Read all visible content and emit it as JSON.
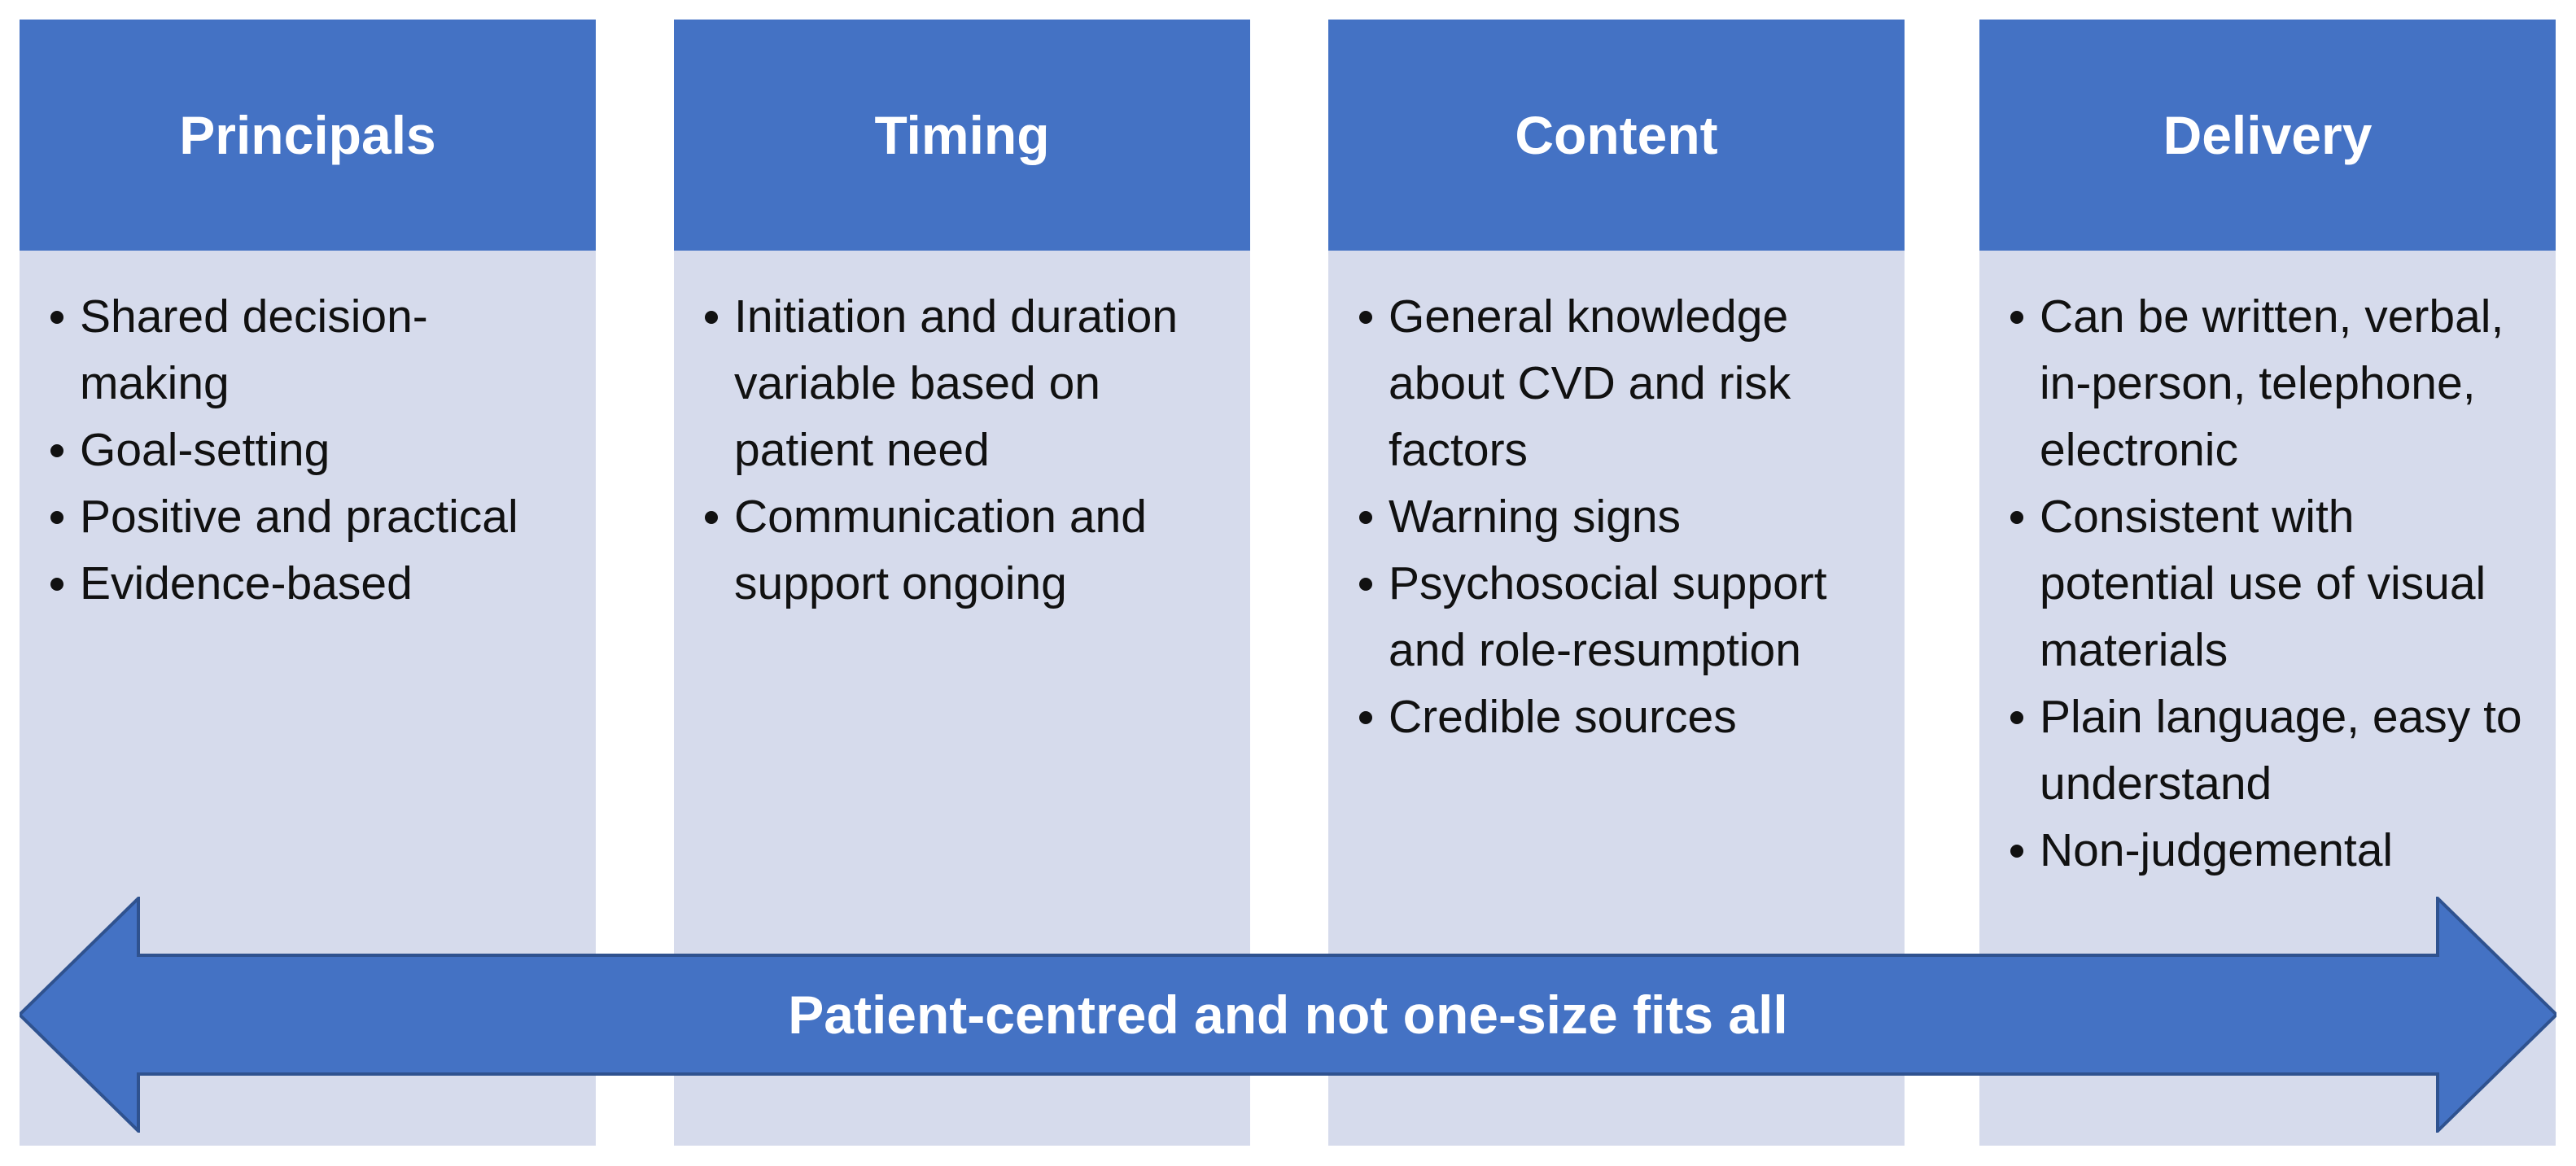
{
  "columns": [
    {
      "title": "Principals",
      "items": [
        "Shared decision-making",
        "Goal-setting",
        "Positive and practical",
        "Evidence-based"
      ]
    },
    {
      "title": "Timing",
      "items": [
        "Initiation and duration variable based on patient need",
        "Communication and support ongoing"
      ]
    },
    {
      "title": "Content",
      "items": [
        "General knowledge about CVD and risk factors",
        "Warning signs",
        "Psychosocial support and role-resumption",
        "Credible sources"
      ]
    },
    {
      "title": "Delivery",
      "items": [
        "Can be written, verbal, in-person, telephone, electronic",
        "Consistent with potential use of visual materials",
        "Plain language, easy to understand",
        "Non-judgemental"
      ]
    }
  ],
  "arrow": {
    "label": "Patient-centred and not one-size fits all"
  },
  "colors": {
    "header": "#4472c4",
    "body": "#d6dbec",
    "arrow": "#4472c4",
    "arrow_stroke": "#2f528f"
  }
}
